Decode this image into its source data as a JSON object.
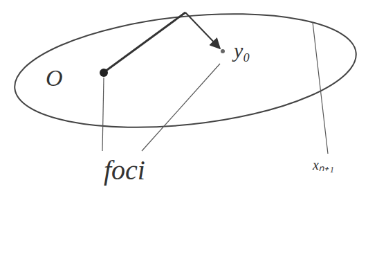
{
  "diagram": {
    "labels": [
      "O",
      "y₀",
      "foci",
      "xₙ₊₁"
    ]
  }
}
